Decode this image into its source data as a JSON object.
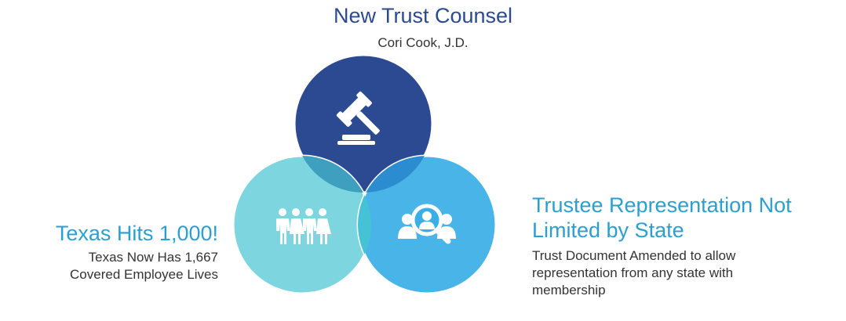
{
  "colors": {
    "top_circle": "#2c4a91",
    "left_circle": "#72d2dc",
    "right_circle": "#3aaee6",
    "title_navy": "#2c4a91",
    "title_blue": "#2a9fd0",
    "body_text": "#333333"
  },
  "icons": {
    "top": "gavel-icon",
    "left": "people-group-icon",
    "right": "search-people-icon"
  },
  "top": {
    "title": "New Trust Counsel",
    "subtitle": "Cori Cook, J.D."
  },
  "left": {
    "title": "Texas Hits 1,000!",
    "line1": "Texas Now Has 1,667",
    "line2": "Covered Employee Lives"
  },
  "right": {
    "title_line1": "Trustee Representation Not",
    "title_line2": "Limited by State",
    "line1": "Trust Document Amended to allow",
    "line2": "representation from any state with",
    "line3": "membership"
  }
}
